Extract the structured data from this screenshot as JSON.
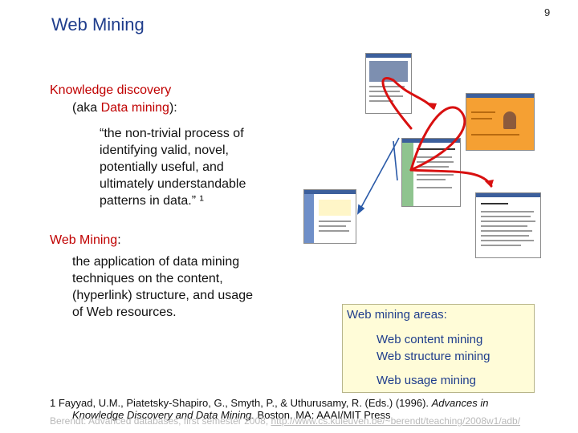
{
  "slide": {
    "title": "Web Mining",
    "page_number": "9"
  },
  "knowledge_discovery": {
    "heading": "Knowledge discovery",
    "aka_prefix": "(aka ",
    "aka_term": "Data mining",
    "aka_suffix": "):",
    "quote_lines": [
      "“the non-trivial process of",
      "identifying valid, novel,",
      "potentially useful, and",
      "ultimately understandable",
      "patterns in data.” ¹"
    ]
  },
  "web_mining": {
    "heading": "Web Mining",
    "heading_suffix": ":",
    "definition_lines": [
      "the application of data mining",
      "techniques on the content,",
      "(hyperlink) structure, and usage",
      "of Web resources."
    ]
  },
  "areas": {
    "title": "Web mining areas",
    "title_suffix": ":",
    "items": [
      "Web content mining",
      "Web structure mining",
      "Web usage mining"
    ]
  },
  "footnote": {
    "marker": "1",
    "line1_pre": " Fayyad, U.M., Piatetsky-Shapiro, G., Smyth, P., & Uthurusamy, R. (Eds.) (1996). ",
    "line1_italic": "Advances in",
    "line2_italic": "Knowledge Discovery and Data Mining.",
    "line2_post": " Boston, MA: AAAI/MIT Press"
  },
  "footer": {
    "text": "Berendt: Advanced databases, first semester 2008, ",
    "url": "http://www.cs.kuleuven.be/~berendt/teaching/2008w1/adb/"
  },
  "colors": {
    "title_blue": "#1f3d8c",
    "accent_red": "#c00000",
    "areas_bg": "#fffcd8",
    "arrow_blue": "#2a5aa8"
  }
}
